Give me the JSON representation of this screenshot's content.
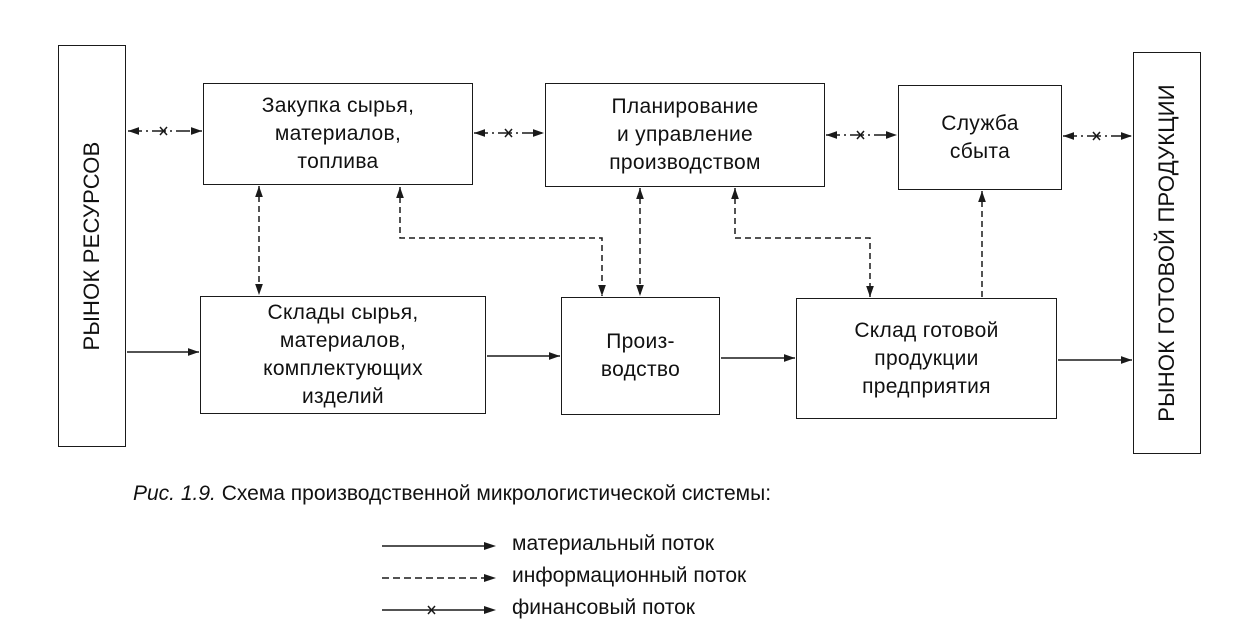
{
  "markets": {
    "resources": "РЫНОК РЕСУРСОВ",
    "products": "РЫНОК ГОТОВОЙ ПРОДУКЦИИ"
  },
  "boxes": {
    "purchasing": "Закупка сырья,\nматериалов,\nтоплива",
    "planning": "Планирование\nи управление\nпроизводством",
    "sales": "Служба\nсбыта",
    "warehouses": "Склады сырья,\nматериалов,\nкомплектующих\nизделий",
    "production": "Произ-\nводство",
    "finished_goods": "Склад готовой\nпродукции\nпредприятия"
  },
  "caption": {
    "figure_number": "Рис. 1.9.",
    "text": "Схема производственной микрологистической системы:"
  },
  "legend": [
    {
      "style": "material",
      "label": "материальный поток"
    },
    {
      "style": "information",
      "label": "информационный поток"
    },
    {
      "style": "financial",
      "label": "финансовый поток"
    }
  ],
  "colors": {
    "line": "#1a1a1a",
    "background": "#ffffff"
  }
}
